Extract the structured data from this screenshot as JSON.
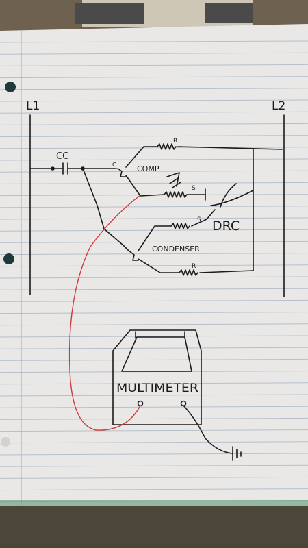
{
  "labels": {
    "l1": "L1",
    "l2": "L2",
    "cc": "CC",
    "comp_c": "C",
    "comp": "COMP",
    "r_top": "R",
    "s_comp": "S",
    "s_cond": "S",
    "drc": "DRC",
    "condenser": "CONDENSER",
    "r_bottom": "R",
    "multimeter": "MULTIMETER"
  },
  "colors": {
    "paper": "#e9e8e6",
    "rule_line": "#a9b6c4",
    "margin_line": "#d9a0a0",
    "ink": "#1b1b1b",
    "probe_red": "#d03a3a"
  },
  "icons": {
    "ground": "ground-symbol-icon",
    "capacitor": "capacitor-icon",
    "resistor": "resistor-icon"
  }
}
